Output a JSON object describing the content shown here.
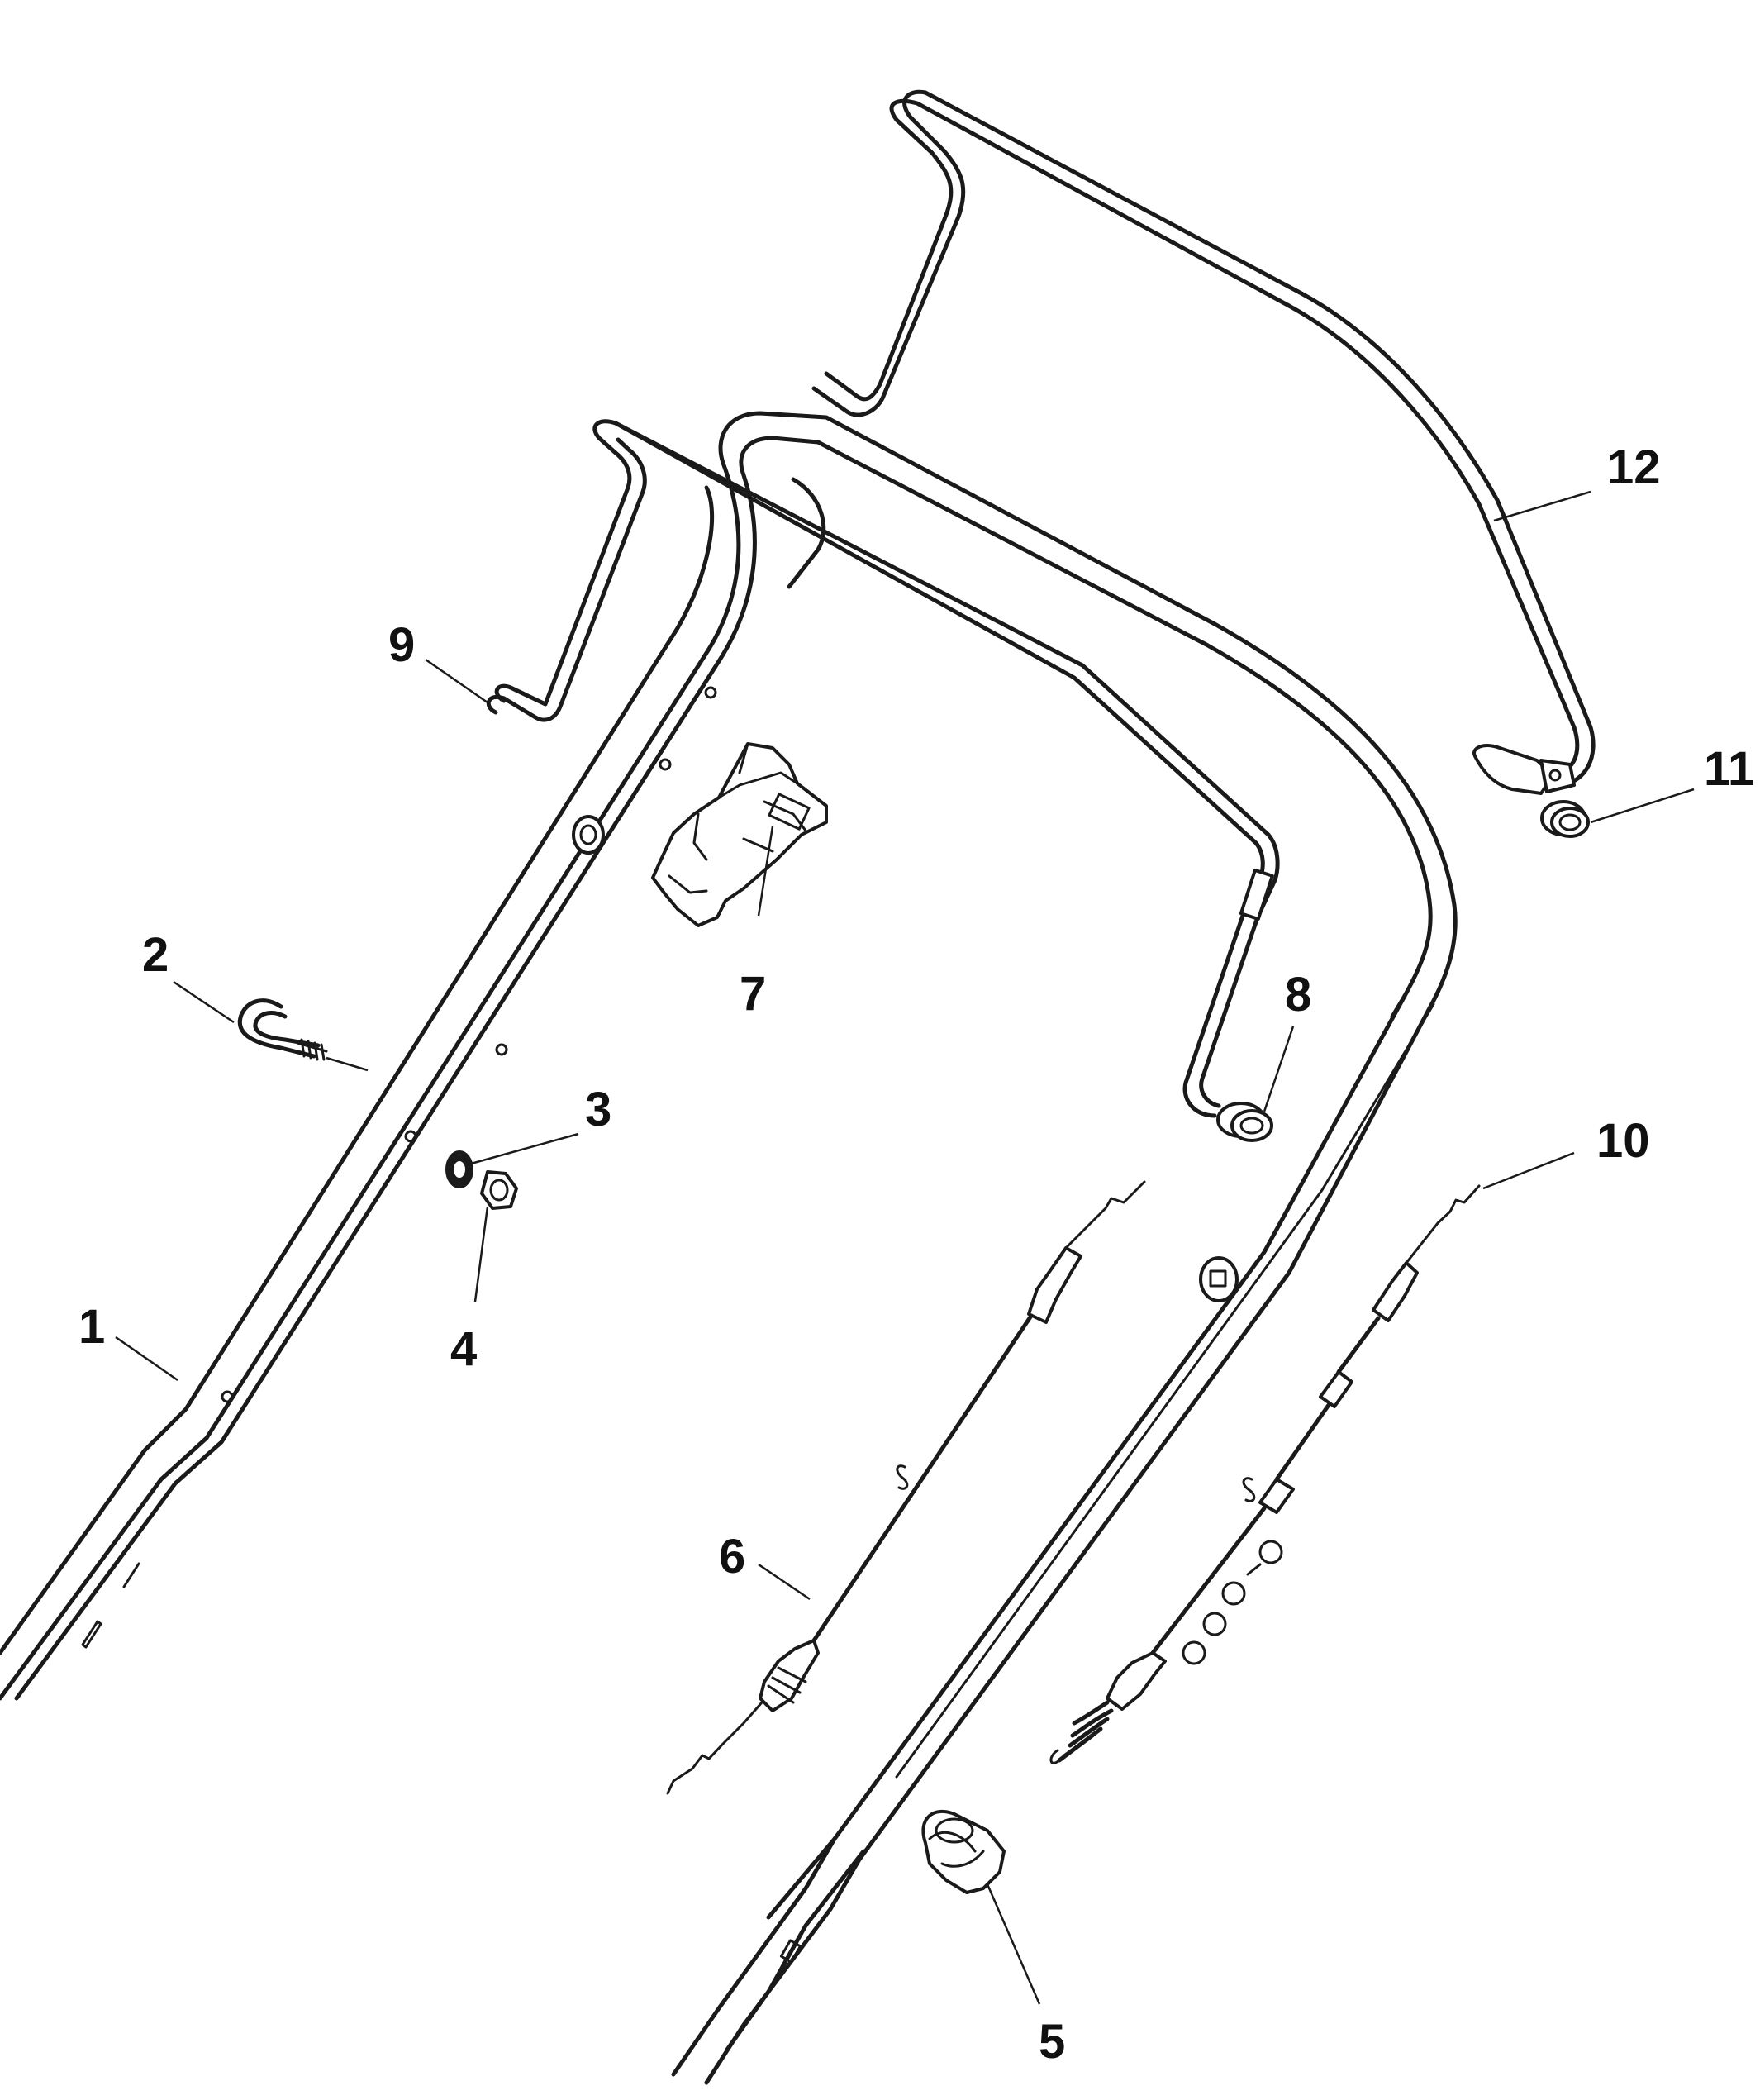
{
  "callouts": [
    "1",
    "2",
    "3",
    "4",
    "5",
    "6",
    "7",
    "8",
    "9",
    "10",
    "11",
    "12"
  ],
  "colors": {
    "ink": "#1a1a1a",
    "background": "#ffffff"
  }
}
